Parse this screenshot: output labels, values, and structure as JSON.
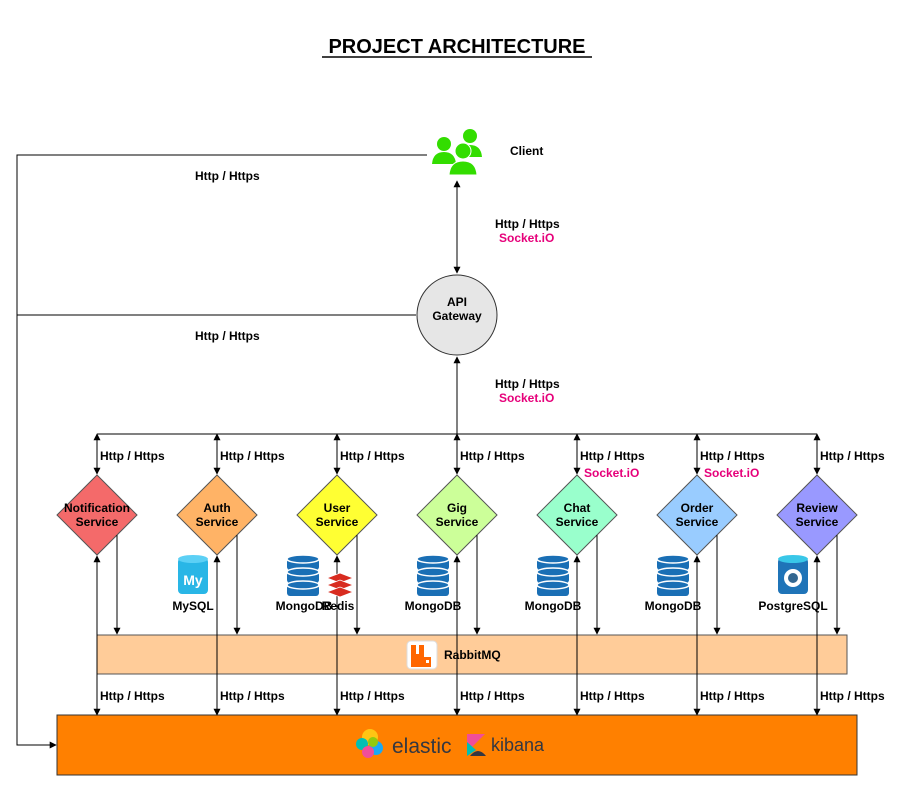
{
  "title": "PROJECT ARCHITECTURE",
  "client": {
    "label": "Client",
    "icon": "users-group-icon",
    "color": "#33dd00"
  },
  "gateway": {
    "line1": "API",
    "line2": "Gateway"
  },
  "protocols": {
    "http": "Http / Https",
    "socket": "Socket.iO"
  },
  "services": [
    {
      "line1": "Notification",
      "line2": "Service",
      "color": "#f46a6a",
      "socket": false,
      "db": []
    },
    {
      "line1": "Auth",
      "line2": "Service",
      "color": "#ffb366",
      "socket": false,
      "db": [
        {
          "name": "MySQL",
          "icon": "mysql-icon"
        }
      ]
    },
    {
      "line1": "User",
      "line2": "Service",
      "color": "#ffff33",
      "socket": false,
      "db": [
        {
          "name": "MongoDB",
          "icon": "database-icon"
        },
        {
          "name": "Redis",
          "icon": "redis-icon"
        }
      ]
    },
    {
      "line1": "Gig",
      "line2": "Service",
      "color": "#ccff99",
      "socket": false,
      "db": [
        {
          "name": "MongoDB",
          "icon": "database-icon"
        }
      ]
    },
    {
      "line1": "Chat",
      "line2": "Service",
      "color": "#99ffcc",
      "socket": true,
      "db": [
        {
          "name": "MongoDB",
          "icon": "database-icon"
        }
      ]
    },
    {
      "line1": "Order",
      "line2": "Service",
      "color": "#99ccff",
      "socket": true,
      "db": [
        {
          "name": "MongoDB",
          "icon": "database-icon"
        }
      ]
    },
    {
      "line1": "Review",
      "line2": "Service",
      "color": "#9999ff",
      "socket": false,
      "db": [
        {
          "name": "PostgreSQL",
          "icon": "postgresql-icon"
        }
      ]
    }
  ],
  "rabbitmq": {
    "label": "RabbitMQ",
    "icon": "rabbitmq-icon",
    "color": "#ffcc99"
  },
  "elastic": {
    "label1": "elastic",
    "label2": "kibana",
    "color": "#ff8000"
  }
}
